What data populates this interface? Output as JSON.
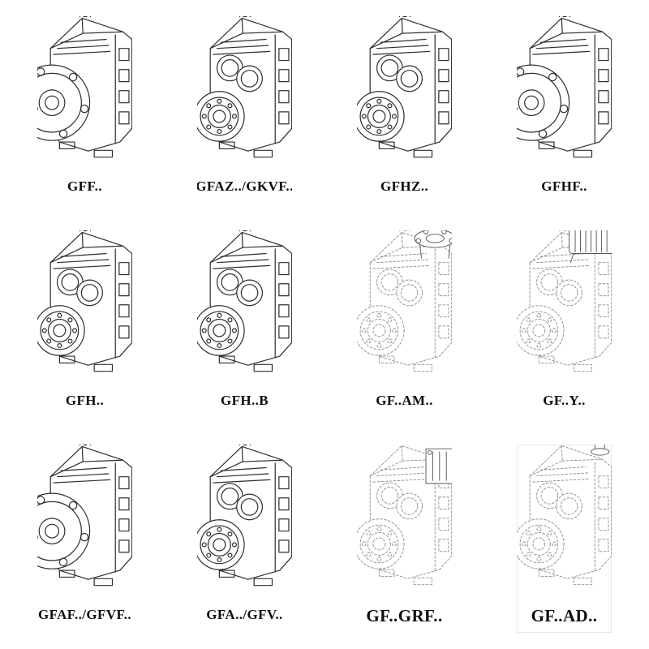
{
  "colors": {
    "background": "#ffffff",
    "line_solid": "#2e2e2e",
    "line_dashed": "#8f8f8f",
    "label_text": "#0d0d0d"
  },
  "catalog": {
    "items": [
      {
        "label": "GFF..",
        "icon": "gearbox-flange-output-icon",
        "line_style": "solid"
      },
      {
        "label": "GFAZ../GKVF..",
        "icon": "gearbox-hollow-shaft-icon",
        "line_style": "solid"
      },
      {
        "label": "GFHZ..",
        "icon": "gearbox-hollow-shaft-icon",
        "line_style": "solid"
      },
      {
        "label": "GFHF..",
        "icon": "gearbox-flange-output-icon",
        "line_style": "solid"
      },
      {
        "label": "GFH..",
        "icon": "gearbox-hollow-shaft-icon",
        "line_style": "solid"
      },
      {
        "label": "GFH..B",
        "icon": "gearbox-hollow-shaft-icon",
        "line_style": "solid"
      },
      {
        "label": "GF..AM..",
        "icon": "gearbox-iec-adapter-icon",
        "line_style": "dashed"
      },
      {
        "label": "GF..Y..",
        "icon": "gearbox-with-motor-icon",
        "line_style": "dashed"
      },
      {
        "label": "GFAF../GFVF..",
        "icon": "gearbox-flange-output-icon",
        "line_style": "solid"
      },
      {
        "label": "GFA../GFV..",
        "icon": "gearbox-hollow-shaft-icon",
        "line_style": "solid"
      },
      {
        "label": "GF..GRF..",
        "icon": "gearbox-cover-icon",
        "line_style": "dashed"
      },
      {
        "label": "GF..AD..",
        "icon": "gearbox-input-adapter-icon",
        "line_style": "dashed"
      }
    ]
  }
}
